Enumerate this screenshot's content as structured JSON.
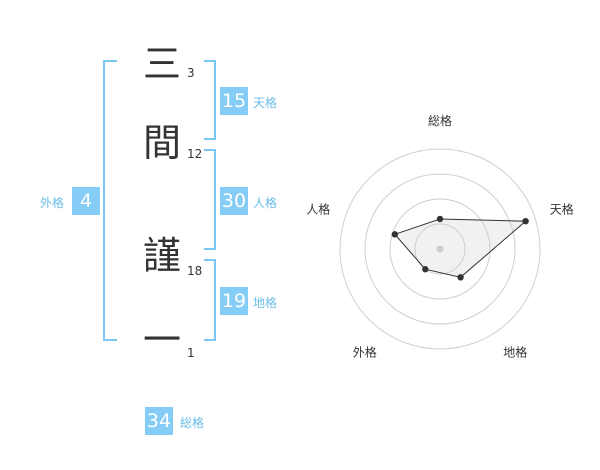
{
  "name": {
    "chars": [
      {
        "char": "三",
        "strokes": "3"
      },
      {
        "char": "間",
        "strokes": "12"
      },
      {
        "char": "謹",
        "strokes": "18"
      },
      {
        "char": "一",
        "strokes": "1"
      }
    ]
  },
  "scores": {
    "tenkaku": {
      "value": "15",
      "label": "天格"
    },
    "jinkaku": {
      "value": "30",
      "label": "人格"
    },
    "chikaku": {
      "value": "19",
      "label": "地格"
    },
    "gaikaku": {
      "value": "4",
      "label": "外格"
    },
    "soukaku": {
      "value": "34",
      "label": "総格"
    }
  },
  "colors": {
    "accent": "#85cdf7",
    "bracket": "#7cc7f4",
    "label": "#6bbdea",
    "text": "#333333"
  },
  "chart_data": {
    "type": "radar",
    "axes": [
      "総格",
      "天格",
      "地格",
      "外格",
      "人格"
    ],
    "max": 4,
    "rings": 4,
    "values": [
      1.2,
      3.6,
      1.4,
      1.0,
      1.9
    ]
  }
}
